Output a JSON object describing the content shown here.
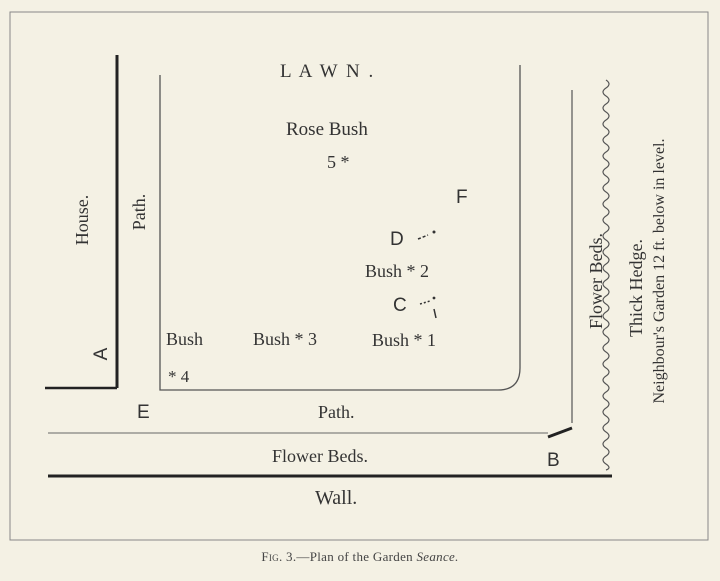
{
  "diagram": {
    "labels": {
      "lawn": "L A W N .",
      "rose_bush": "Rose Bush",
      "rose_bush_num": "5 *",
      "house": "House.",
      "path_vertical": "Path.",
      "path_horizontal": "Path.",
      "flower_beds_right": "Flower Beds.",
      "flower_beds_bottom": "Flower Beds.",
      "thick_hedge": "Thick Hedge.",
      "neighbour_garden": "Neighbour's Garden 12 ft. below in level.",
      "wall": "Wall.",
      "bush_left": "Bush",
      "bush_4_num": "* 4",
      "bush_3": "Bush * 3",
      "bush_1": "Bush * 1",
      "bush_2": "Bush * 2"
    },
    "points": {
      "a": "A",
      "b": "B",
      "c": "C",
      "d": "D",
      "e": "E",
      "f": "F"
    }
  },
  "caption": {
    "fig": "Fig. 3.",
    "text": "—Plan of the Garden ",
    "italic": "Seance."
  }
}
